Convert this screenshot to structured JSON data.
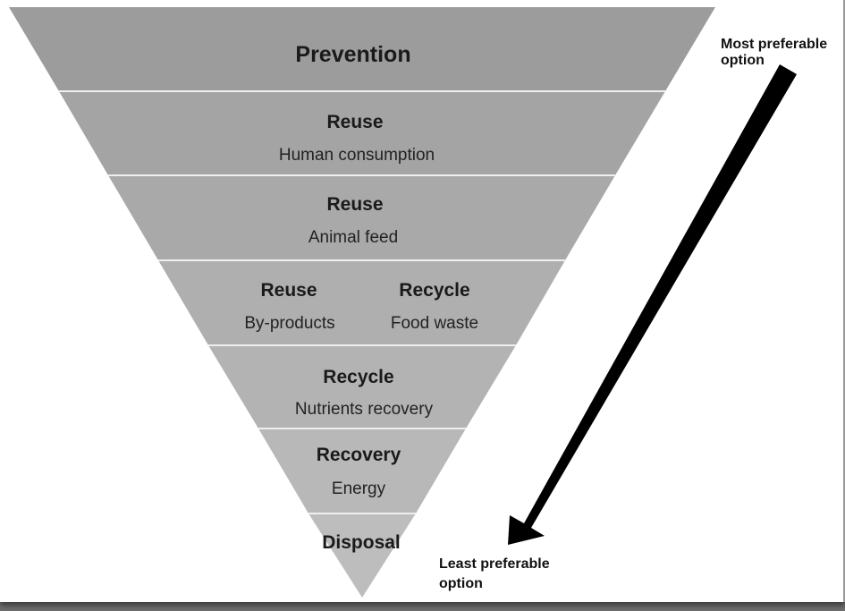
{
  "colors": {
    "band_top": "#9c9c9c",
    "band_mid": "#a9a9a9",
    "band_low": "#b4b4b4",
    "band_bottom": "#bdbdbd",
    "divider": "#efefef",
    "arrow": "#000000"
  },
  "hierarchy": {
    "prevention": {
      "title": "Prevention"
    },
    "reuse_human": {
      "title": "Reuse",
      "subtitle": "Human consumption"
    },
    "reuse_animal": {
      "title": "Reuse",
      "subtitle": "Animal feed"
    },
    "reuse_byproducts": {
      "title": "Reuse",
      "subtitle": "By-products"
    },
    "recycle_food": {
      "title": "Recycle",
      "subtitle": "Food waste"
    },
    "recycle_nutrients": {
      "title": "Recycle",
      "subtitle": "Nutrients recovery"
    },
    "recovery_energy": {
      "title": "Recovery",
      "subtitle": "Energy"
    },
    "disposal": {
      "title": "Disposal"
    }
  },
  "arrow": {
    "start_label": [
      "Most preferable",
      "option"
    ],
    "end_label": [
      "Least preferable",
      "option"
    ]
  }
}
